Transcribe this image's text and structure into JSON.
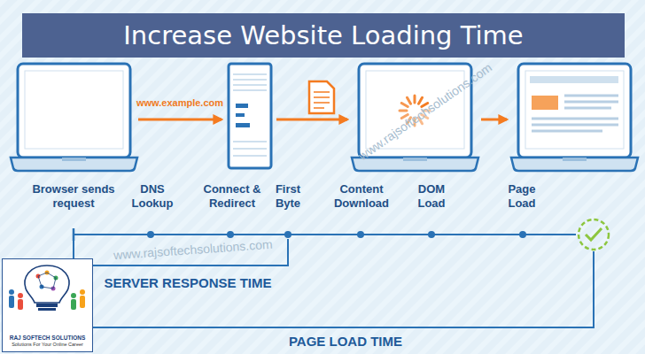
{
  "diagram": {
    "title": "Increase Website Loading Time",
    "nodes": [
      {
        "text": [
          "RAJ SOFTECH SOLUTIONS",
          "Solutions For Your Online Career"
        ]
      }
    ],
    "labels": [
      "www.example.com",
      "Browser sends request",
      "DNS Lookup",
      "Connect & Redirect",
      "First Byte",
      "Content Download",
      "DOM Load",
      "Page Load",
      "SERVER RESPONSE TIME",
      "PAGE LOAD TIME",
      "www.rajsoftechsolutions.com",
      "www.rajsoftechsolutions.com"
    ]
  }
}
